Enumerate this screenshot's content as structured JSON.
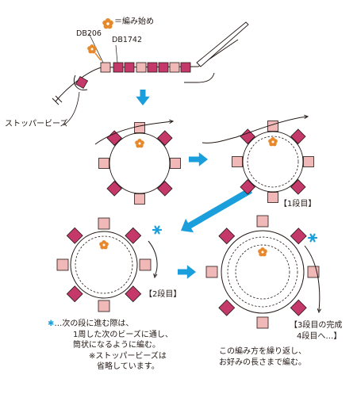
{
  "colors": {
    "dark_bead": "#c4386a",
    "light_bead": "#f0b8b6",
    "arrow": "#1a9fdc",
    "start_mark": "#e7882a",
    "line": "#231815"
  },
  "legend": {
    "start_mark_label": "＝編み始め",
    "bead_dark_code": "DB206",
    "bead_light_code": "DB1742"
  },
  "labels": {
    "stopper_bead": "ストッパービーズ",
    "round_1": "【1段目】",
    "round_2": "【2段目】",
    "round_3_complete_line1": "【3段目の完成",
    "round_3_complete_line2": "4段目へ…】"
  },
  "notes": {
    "next_round": {
      "mark": "✱",
      "line1": "…次の段に進む際は、",
      "line2": "1周した次のビーズに通し、",
      "line3": "筒状になるように編む。",
      "line4": "※ストッパービーズは",
      "line5": "省略しています。"
    },
    "repeat": {
      "line1": "この編み方を繰り返し、",
      "line2": "お好みの長さまで編む。"
    }
  },
  "icons": [
    "start-flower-icon",
    "blue-star-icon",
    "needle-icon",
    "blue-arrow-icon"
  ]
}
